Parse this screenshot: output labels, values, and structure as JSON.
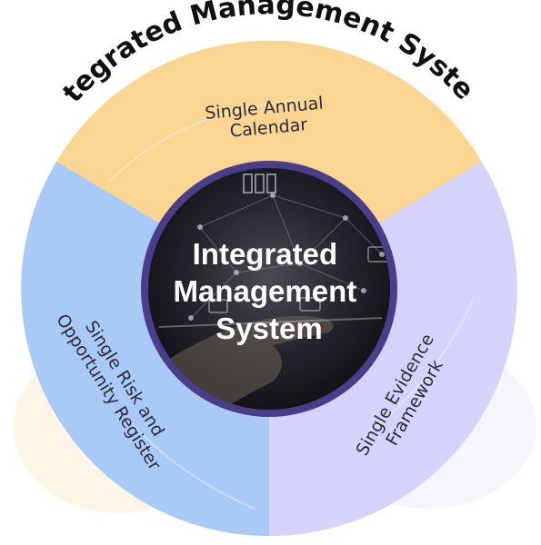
{
  "diagram": {
    "outer_title": "Integrated Management System",
    "center": {
      "lines": [
        "Integrated",
        "Management",
        "System"
      ]
    },
    "segments": [
      {
        "id": "calendar",
        "lines": [
          "Single Annual",
          "Calendar"
        ],
        "color": "#fbd592"
      },
      {
        "id": "risk",
        "lines": [
          "Single Risk and",
          "Opportunity Register"
        ],
        "color": "#a9c9f7"
      },
      {
        "id": "evidence",
        "lines": [
          "Single Evidence",
          "Framework"
        ],
        "color": "#d4d3fb"
      }
    ],
    "colors": {
      "ring_border": "#4a3e8a",
      "center_bg": "#1b1b22",
      "title_text": "#111111"
    }
  }
}
